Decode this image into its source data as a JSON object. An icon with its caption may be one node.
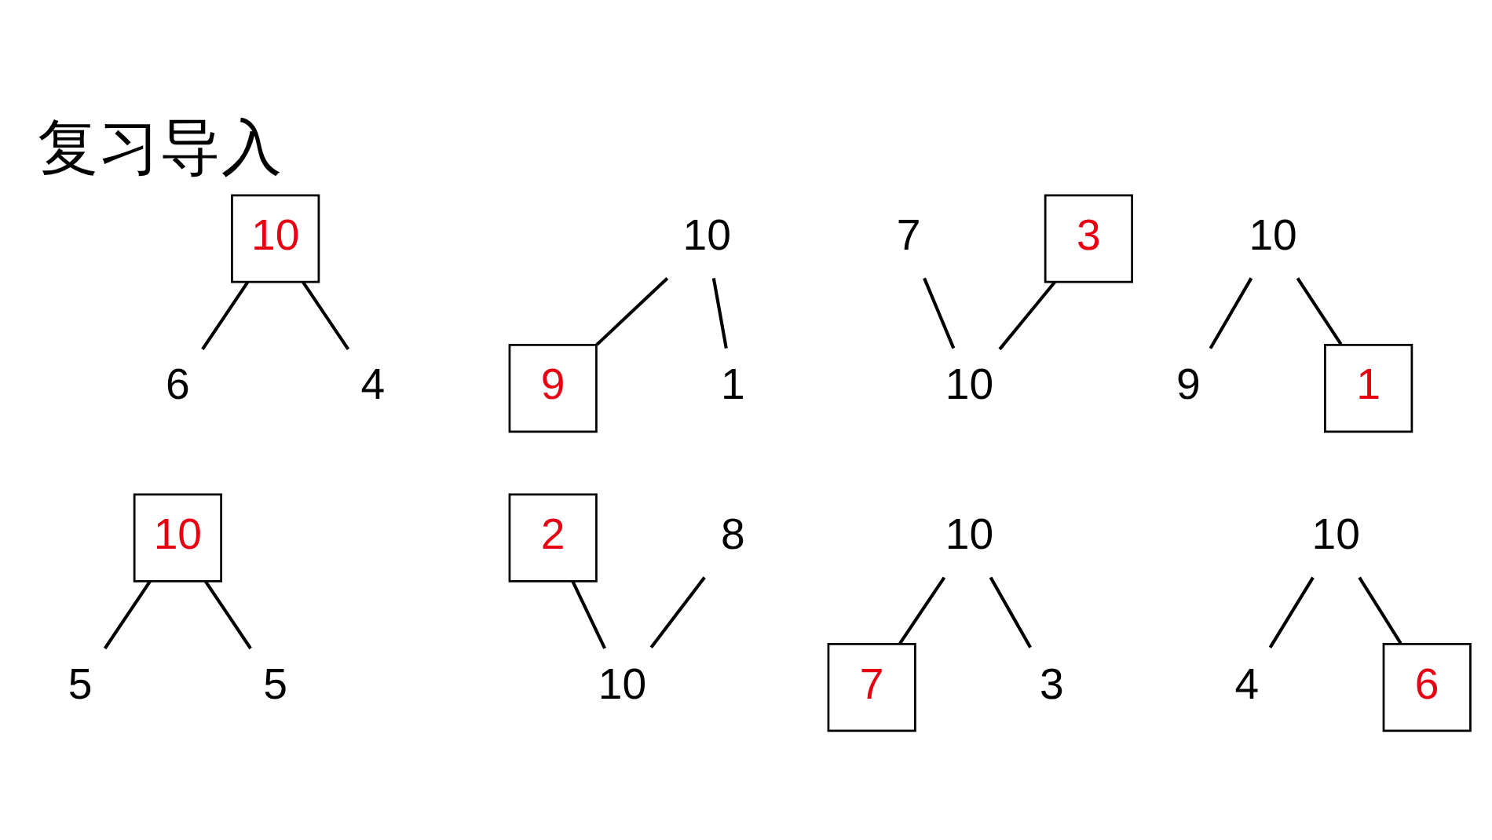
{
  "diagram": {
    "title": "复习导入",
    "nodes": [
      {
        "text": [
          "10"
        ]
      },
      {
        "text": [
          "6"
        ]
      },
      {
        "text": [
          "4"
        ]
      },
      {
        "text": [
          "10"
        ]
      },
      {
        "text": [
          "9"
        ]
      },
      {
        "text": [
          "1"
        ]
      },
      {
        "text": [
          "7"
        ]
      },
      {
        "text": [
          "3"
        ]
      },
      {
        "text": [
          "10"
        ]
      },
      {
        "text": [
          "10"
        ]
      },
      {
        "text": [
          "9"
        ]
      },
      {
        "text": [
          "1"
        ]
      },
      {
        "text": [
          "10"
        ]
      },
      {
        "text": [
          "5"
        ]
      },
      {
        "text": [
          "5"
        ]
      },
      {
        "text": [
          "10"
        ]
      },
      {
        "text": [
          "4"
        ]
      },
      {
        "text": [
          "6"
        ]
      },
      {
        "text": [
          "2"
        ]
      },
      {
        "text": [
          "8"
        ]
      },
      {
        "text": [
          "10"
        ]
      },
      {
        "text": [
          "10"
        ]
      },
      {
        "text": [
          "7"
        ]
      },
      {
        "text": [
          "3"
        ]
      }
    ],
    "edges": [
      {
        "from": 0,
        "to": 1,
        "arrow": "none"
      },
      {
        "from": 0,
        "to": 2,
        "arrow": "none"
      },
      {
        "from": 3,
        "to": 4,
        "arrow": "none"
      },
      {
        "from": 3,
        "to": 5,
        "arrow": "none"
      },
      {
        "from": 6,
        "to": 8,
        "arrow": "none"
      },
      {
        "from": 7,
        "to": 8,
        "arrow": "none"
      },
      {
        "from": 9,
        "to": 10,
        "arrow": "none"
      },
      {
        "from": 9,
        "to": 11,
        "arrow": "none"
      },
      {
        "from": 12,
        "to": 13,
        "arrow": "none"
      },
      {
        "from": 12,
        "to": 14,
        "arrow": "none"
      },
      {
        "from": 15,
        "to": 16,
        "arrow": "none"
      },
      {
        "from": 15,
        "to": 17,
        "arrow": "none"
      },
      {
        "from": 18,
        "to": 20,
        "arrow": "none"
      },
      {
        "from": 19,
        "to": 20,
        "arrow": "none"
      },
      {
        "from": 21,
        "to": 22,
        "arrow": "none"
      },
      {
        "from": 21,
        "to": 23,
        "arrow": "none"
      }
    ]
  }
}
